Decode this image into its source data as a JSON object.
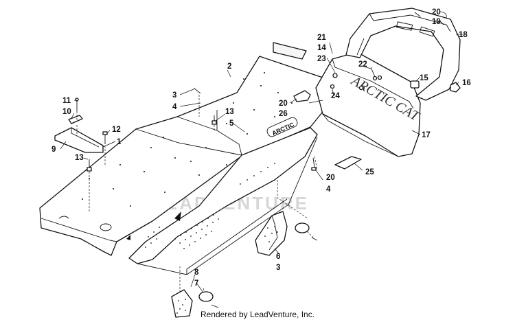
{
  "watermark": "LEADVENTURE",
  "credit": "Rendered by LeadVenture, Inc.",
  "deck_lettering": "ARCTIC CAT",
  "callouts": [
    {
      "id": "c20a",
      "label": "20"
    },
    {
      "id": "c19",
      "label": "19"
    },
    {
      "id": "c18",
      "label": "18"
    },
    {
      "id": "c21",
      "label": "21"
    },
    {
      "id": "c14",
      "label": "14"
    },
    {
      "id": "c23",
      "label": "23"
    },
    {
      "id": "c22",
      "label": "22"
    },
    {
      "id": "c15",
      "label": "15"
    },
    {
      "id": "c16",
      "label": "16"
    },
    {
      "id": "c24",
      "label": "24"
    },
    {
      "id": "c2",
      "label": "2"
    },
    {
      "id": "c3a",
      "label": "3"
    },
    {
      "id": "c4a",
      "label": "4"
    },
    {
      "id": "c20b",
      "label": "20"
    },
    {
      "id": "c26",
      "label": "26"
    },
    {
      "id": "c13a",
      "label": "13"
    },
    {
      "id": "c5",
      "label": "5"
    },
    {
      "id": "c11",
      "label": "11"
    },
    {
      "id": "c10",
      "label": "10"
    },
    {
      "id": "c12",
      "label": "12"
    },
    {
      "id": "c1",
      "label": "1"
    },
    {
      "id": "c9",
      "label": "9"
    },
    {
      "id": "c13b",
      "label": "13"
    },
    {
      "id": "c17",
      "label": "17"
    },
    {
      "id": "c25",
      "label": "25"
    },
    {
      "id": "c20c",
      "label": "20"
    },
    {
      "id": "c4b",
      "label": "4"
    },
    {
      "id": "c6",
      "label": "6"
    },
    {
      "id": "c3b",
      "label": "3"
    },
    {
      "id": "c8",
      "label": "8"
    },
    {
      "id": "c7",
      "label": "7"
    }
  ]
}
